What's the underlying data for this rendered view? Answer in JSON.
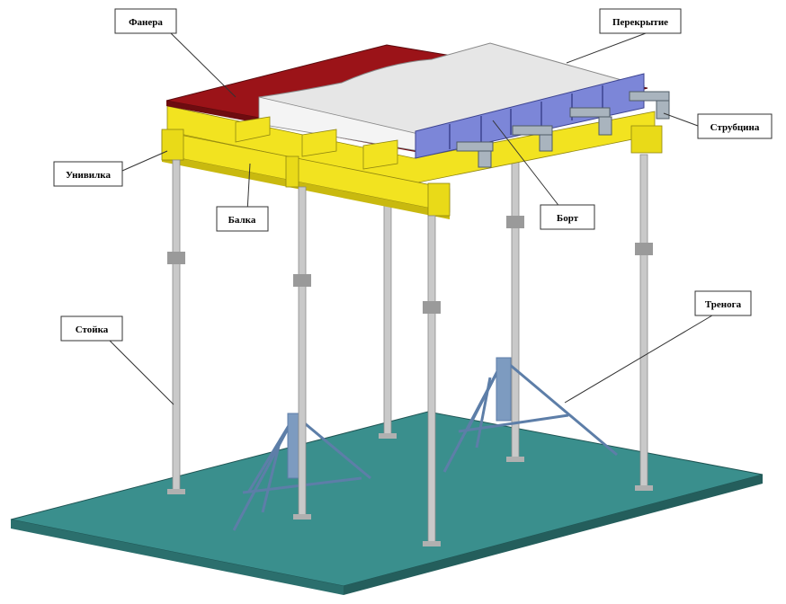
{
  "labels": {
    "fanera": "Фанера",
    "perekrytie": "Перекрытие",
    "strubcina": "Струбцина",
    "univilka": "Унивилка",
    "balka": "Балка",
    "bort": "Борт",
    "stoyka": "Стойка",
    "trenoga": "Тренога"
  },
  "colors": {
    "floor": "#3a8f8d",
    "floor_edge": "#2b6f6d",
    "plywood": "#9b1318",
    "slab": "#e6e6e6",
    "side_panel": "#7c86d8",
    "beam": "#f2e320",
    "beam_shade": "#c9b90f",
    "post": "#c9c9c9",
    "tripod": "#5d7ea8"
  }
}
